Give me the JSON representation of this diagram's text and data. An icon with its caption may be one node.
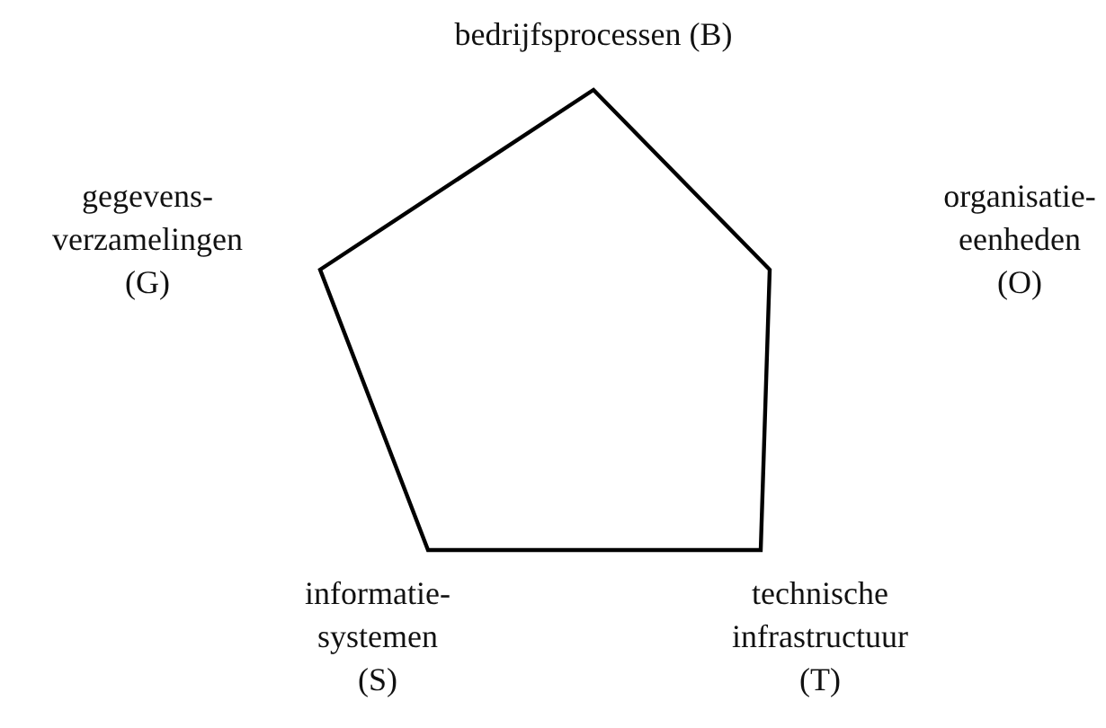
{
  "diagram": {
    "nodes": [
      {
        "text": [],
        "shape": "pentagon"
      }
    ],
    "labels": [
      "bedrijfsprocessen (B)",
      "gegevens- verzamelingen (G)",
      "organisatie- eenheden (O)",
      "informatie- systemen (S)",
      "technische infrastructuur (T)"
    ]
  }
}
